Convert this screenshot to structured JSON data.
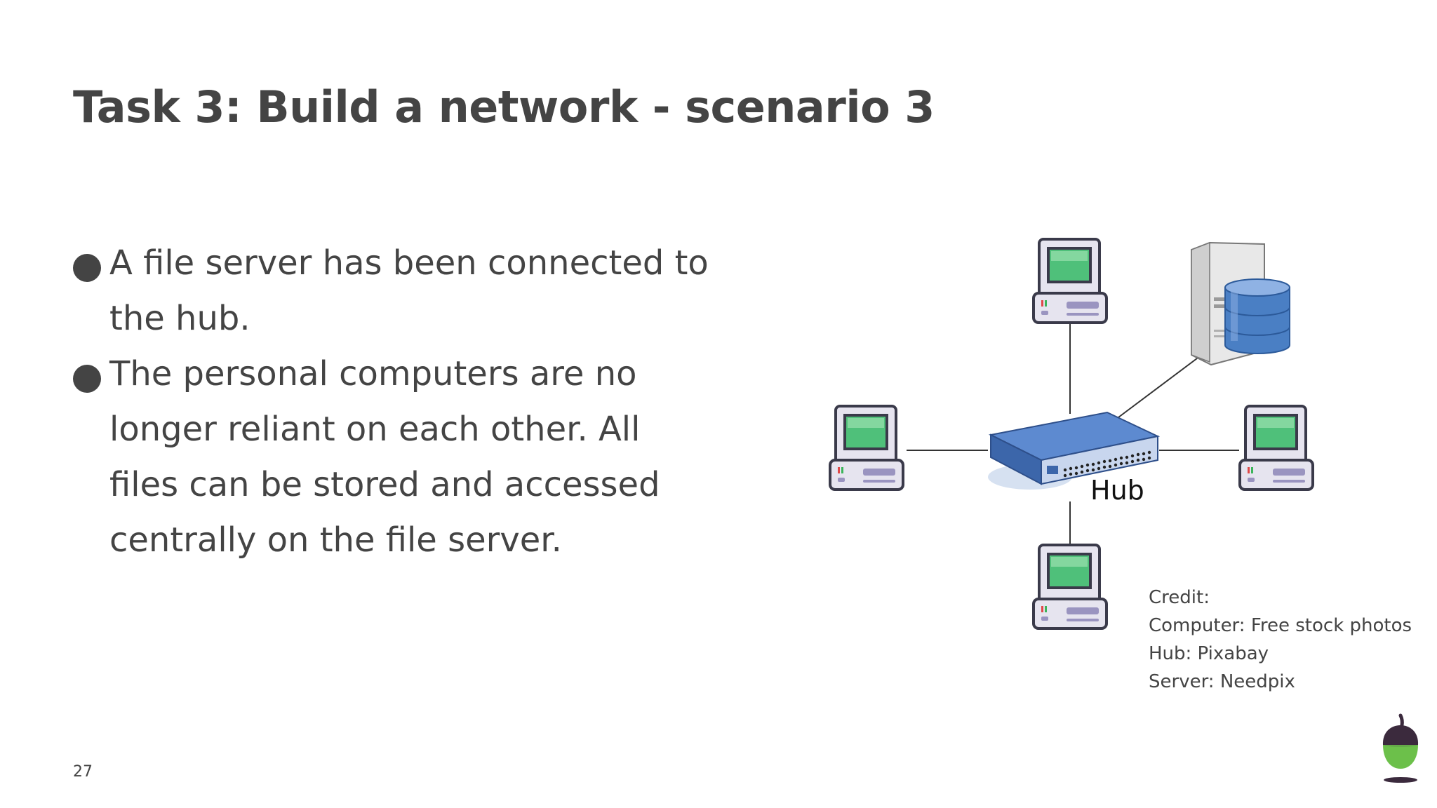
{
  "slide": {
    "title": "Task 3: Build a network - scenario 3",
    "page_number": "27"
  },
  "bullets": [
    {
      "text": "A file server has been connected to the hub."
    },
    {
      "text": "The personal computers are no longer reliant on each other. All files can be stored and accessed centrally on the file server."
    }
  ],
  "diagram": {
    "hub_label": "Hub",
    "nodes": [
      "computer-top",
      "computer-left",
      "computer-right",
      "computer-bottom",
      "file-server",
      "hub"
    ],
    "colors": {
      "screen_green": "#4fc07a",
      "case_lavender": "#e6e4ef",
      "outline": "#3a3a4a",
      "hub_blue": "#4a78c0",
      "server_db_blue": "#4a7fc4"
    }
  },
  "credit": {
    "heading": "Credit:",
    "lines": [
      "Computer: Free stock photos",
      "Hub: Pixabay",
      "Server: Needpix"
    ]
  },
  "logo": {
    "icon": "acorn-icon",
    "colors": {
      "cap": "#3b2a3d",
      "body": "#6cc04a"
    }
  }
}
